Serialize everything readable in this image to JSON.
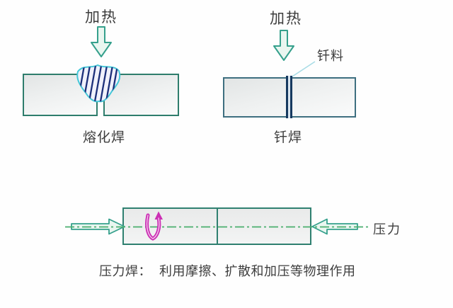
{
  "fusion": {
    "heat_label": "加热",
    "caption": "熔化焊"
  },
  "brazing": {
    "heat_label": "加热",
    "filler_label": "钎料",
    "caption": "钎焊"
  },
  "pressure": {
    "force_label": "压力",
    "caption": "压力焊：  利用摩擦、扩散和加压等物理作用"
  },
  "icons": {
    "heat_arrows": "down-arrow-outline",
    "pressure_arrows": "horizontal-arrow-outline",
    "rotation_symbol": "magenta-u-rotation-arrow"
  },
  "colors": {
    "plate_border_teal": "#2e7d6c",
    "brazing_plate_border": "#3e6f80",
    "pressure_bar_border": "#2f8070",
    "arrow_stroke": "#35a08c",
    "arrow_fill": "#e9f6f0",
    "weld_pool_outline": "#45c8d8",
    "weld_pool_fill": "#f0f1fb",
    "weld_pool_hatch": "#1c2f7a",
    "filler_strip_dark": "#16395f",
    "filler_strip_light": "#d9e5ef",
    "centerline_green": "#4aae6e",
    "rotation_magenta": "#cc2fb4",
    "leader_line": "#a8dce6",
    "text": "#3d3d3d"
  }
}
